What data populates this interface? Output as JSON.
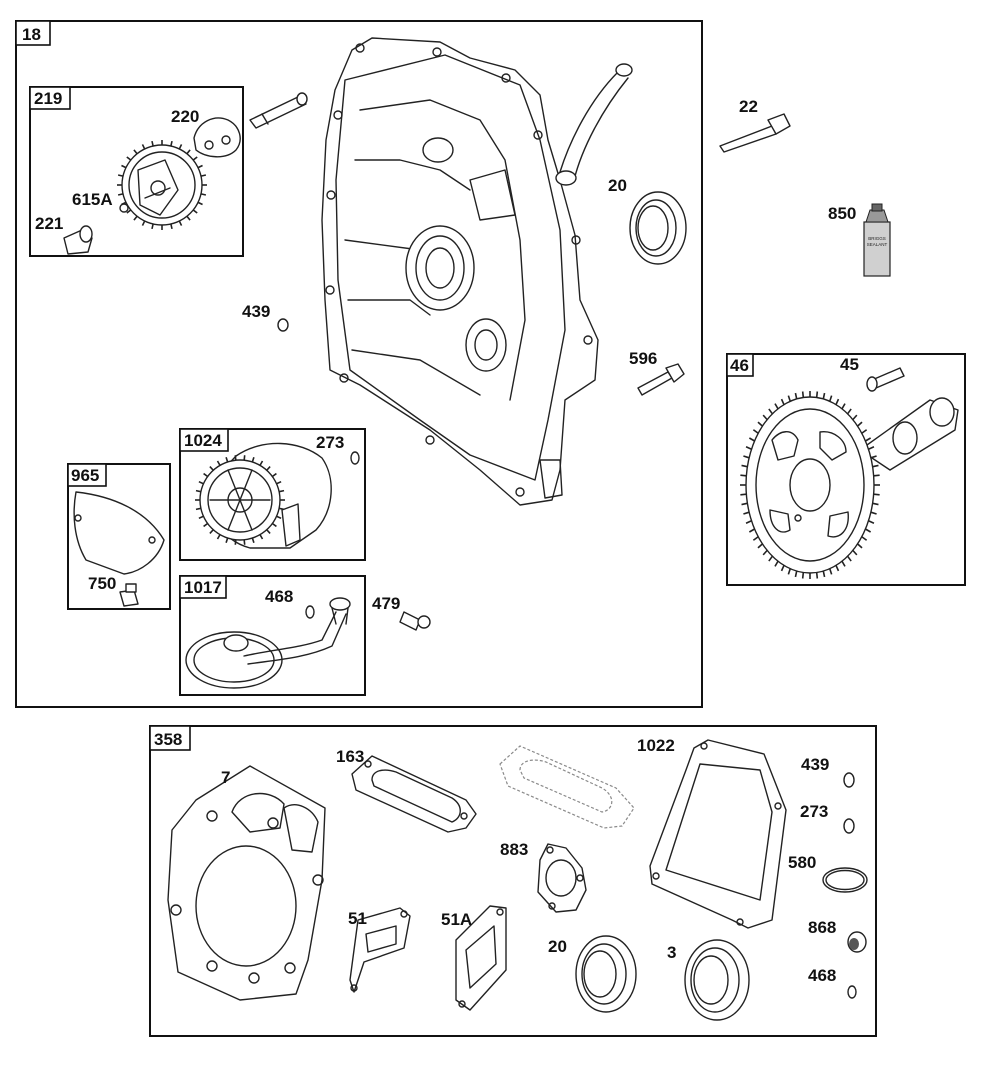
{
  "groups": {
    "g18": "18",
    "g219": "219",
    "g1024": "1024",
    "g965": "965",
    "g1017": "1017",
    "g46": "46",
    "g358": "358"
  },
  "parts": {
    "p22": "22",
    "p20": "20",
    "p850": "850",
    "p220": "220",
    "p615a": "615A",
    "p221": "221",
    "p439": "439",
    "p596": "596",
    "p45": "45",
    "p273": "273",
    "p750": "750",
    "p468": "468",
    "p479": "479",
    "p7": "7",
    "p163": "163",
    "p1022": "1022",
    "p439b": "439",
    "p273b": "273",
    "p883": "883",
    "p580": "580",
    "p51": "51",
    "p51a": "51A",
    "p20b": "20",
    "p3": "3",
    "p868": "868",
    "p468b": "468"
  },
  "tube_text": {
    "line1": "BRIGGS",
    "line2": "SEALANT"
  }
}
